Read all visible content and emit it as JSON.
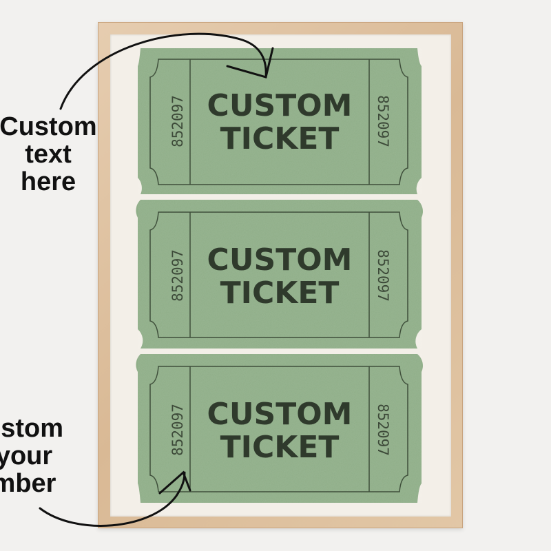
{
  "tickets": [
    {
      "title_line1": "CUSTOM",
      "title_line2": "TICKET",
      "number_left": "852097",
      "number_right": "852097"
    },
    {
      "title_line1": "CUSTOM",
      "title_line2": "TICKET",
      "number_left": "852097",
      "number_right": "852097"
    },
    {
      "title_line1": "CUSTOM",
      "title_line2": "TICKET",
      "number_left": "852097",
      "number_right": "852097"
    }
  ],
  "annotations": {
    "top": {
      "lines": [
        "Custom",
        "text",
        "here"
      ]
    },
    "bottom": {
      "lines": [
        "ustom",
        "your",
        "mber"
      ]
    }
  },
  "colors": {
    "ticket_fill": "#8fae88",
    "ticket_line": "#3f4f3b",
    "title": "#2f3a2c",
    "frame": "#dcc09f",
    "mat": "#f3efe8"
  },
  "icons": [
    "arrow-top-icon",
    "arrow-bottom-icon"
  ]
}
